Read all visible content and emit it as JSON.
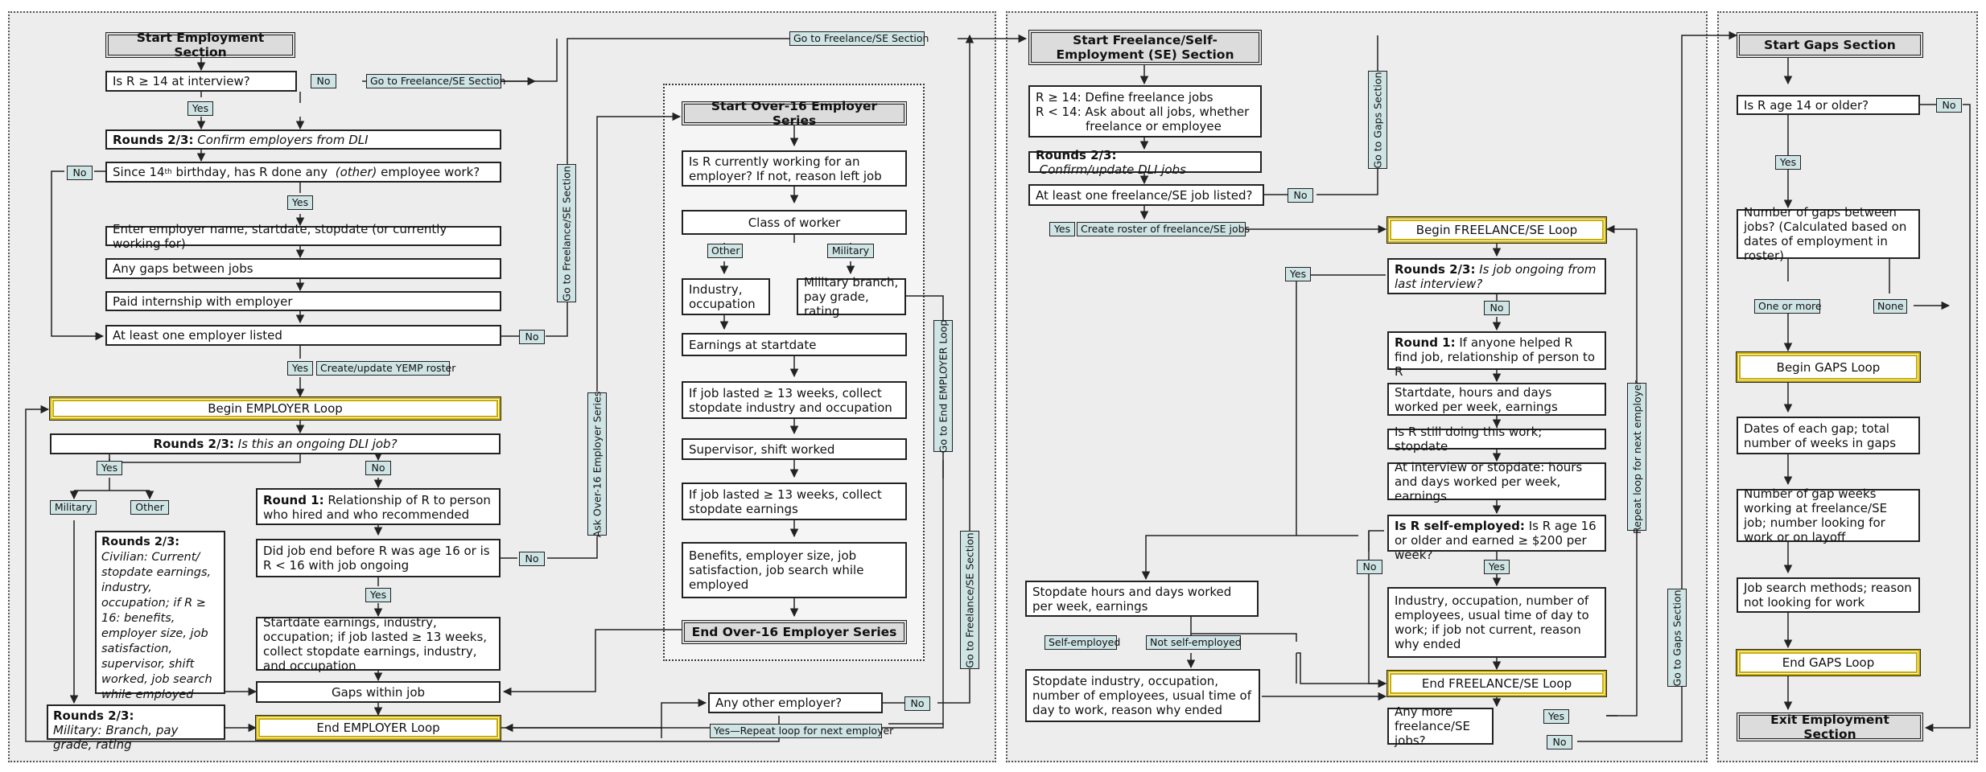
{
  "employment": {
    "start": "Start Employment Section",
    "q_age14": "Is R ≥ 14 at interview?",
    "no": "No",
    "yes": "Yes",
    "go_freelance": "Go to Freelance/SE Section",
    "rounds_confirm_lead": "Rounds 2/3:",
    "rounds_confirm_rest": "Confirm employers from DLI",
    "since14_a": "Since 14",
    "since14_sup": "th",
    "since14_b": " birthday, has R done any ",
    "since14_other": "(other)",
    "since14_c": " employee work?",
    "enter_employer": "Enter employer name, startdate, stopdate (or currently working for)",
    "gaps_between": "Any gaps between jobs",
    "paid_internship": "Paid internship with employer",
    "at_least_one": "At least one employer listed",
    "create_roster": "Create/update YEMP roster",
    "begin_loop": "Begin EMPLOYER Loop",
    "ongoing_lead": "Rounds 2/3:",
    "ongoing_rest": " Is this an ongoing DLI job?",
    "military": "Military",
    "other": "Other",
    "civilian_lead": "Rounds 2/3:",
    "civilian_rest": "Civilian: Current/ stopdate earnings, industry, occupation; if R ≥ 16: benefits, employer size, job satisfaction, supervisor, shift worked, job search while employed",
    "round1_lead": "Round 1:",
    "round1_rest": " Relationship of R to person who hired and who recommended",
    "job_end_16": "Did job end before R was age 16 or is R < 16 with job ongoing",
    "startdate_earn": "Startdate earnings, industry, occupation; if job lasted ≥ 13 weeks, collect stopdate earnings, industry, and occupation",
    "gaps_within": "Gaps within job",
    "military_lead": "Rounds 2/3:",
    "military_rest": "Military: Branch, pay grade, rating",
    "end_loop": "End EMPLOYER Loop",
    "any_other": "Any other employer?",
    "repeat_loop": "Yes—Repeat loop for next employer",
    "ask_over16": "Ask Over-16 Employer Series",
    "go_end_loop": "Go to End EMPLOYER Loop",
    "go_freelance_v": "Go to Freelance/SE Section"
  },
  "over16": {
    "start": "Start Over-16 Employer Series",
    "currently": "Is R currently working for an employer? If not, reason left job",
    "class": "Class of worker",
    "other": "Other",
    "military": "Military",
    "industry": "Industry, occupation",
    "military_branch": "Military branch, pay grade, rating",
    "earnings_start": "Earnings at startdate",
    "lasted13": "If job lasted ≥ 13 weeks, collect stopdate industry and occupation",
    "supervisor": "Supervisor, shift worked",
    "lasted13_earn": "If job lasted ≥ 13 weeks, collect stopdate earnings",
    "benefits": "Benefits, employer size, job satisfaction, job search while employed",
    "end": "End Over-16 Employer Series"
  },
  "freelance": {
    "start": "Start Freelance/Self-Employment (SE) Section",
    "define_a": "R ≥ 14: Define freelance jobs",
    "define_b": "R < 14: Ask about all jobs, whether",
    "define_c": "freelance or employee",
    "confirm_lead": "Rounds 2/3:",
    "confirm_rest": " Confirm/update DLI jobs",
    "at_least": "At least one freelance/SE job listed?",
    "no": "No",
    "yes": "Yes",
    "go_gaps": "Go to Gaps Section",
    "create_roster": "Create roster of freelance/SE jobs",
    "begin_loop": "Begin FREELANCE/SE Loop",
    "ongoing_lead": "Rounds 2/3:",
    "ongoing_rest": " Is job ongoing from last interview?",
    "round1_lead": "Round 1:",
    "round1_rest": " If anyone helped R find job, relationship of person to R",
    "startdate": "Startdate, hours and days worked per week, earnings",
    "still_doing": "Is R still doing this work; stopdate",
    "at_interview": "At interview or stopdate: hours and days worked per week, earnings",
    "self_emp_lead": "Is R self-employed:",
    "self_emp_rest": " Is R age 16 or older and earned ≥ $200 per week?",
    "industry_num": "Industry, occupation, number of employees, usual time of day to work; if job not current, reason why ended",
    "stopdate_hours": "Stopdate hours and days worked per week, earnings",
    "self_employed": "Self-employed",
    "not_self_employed": "Not self-employed",
    "stopdate_industry": "Stopdate industry, occupation, number of employees, usual time of day to work, reason why ended",
    "end_loop": "End FREELANCE/SE Loop",
    "any_more": "Any more freelance/SE jobs?",
    "repeat": "Repeat loop for next employer",
    "go_gaps_v": "Go to Gaps Section"
  },
  "gaps": {
    "start": "Start Gaps Section",
    "age14": "Is R age 14 or older?",
    "no": "No",
    "yes": "Yes",
    "number_gaps": "Number of gaps between jobs? (Calculated based on dates of employment in roster)",
    "one_or_more": "One or more",
    "none": "None",
    "begin_loop": "Begin GAPS Loop",
    "dates": "Dates of each gap; total number of weeks in gaps",
    "gap_weeks": "Number of gap weeks working at freelance/SE job; number looking for work or on layoff",
    "job_search": "Job search methods; reason not looking for work",
    "end_loop": "End GAPS Loop",
    "exit": "Exit Employment Section"
  },
  "colors": {
    "background": "#ededed",
    "tag": "#cfe4e5",
    "loop_border": "#c9ad00",
    "start_fill": "#dcdcdc"
  }
}
